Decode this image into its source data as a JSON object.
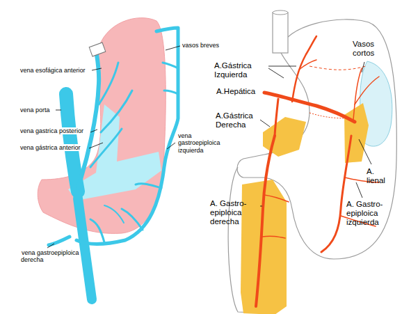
{
  "diagram": {
    "labels": [
      "vasos breves",
      "vena esofágica anterior",
      "vena porta",
      "vena gastrica posterior",
      "vena gástrica anterior",
      "vena gastroepiploica izquierda",
      "vena gastroepiploica derecha",
      "Vasos cortos",
      "A.Gástrica Izquierda",
      "A.Hepática",
      "A.Gástrica Derecha",
      "A. lienal",
      "A. Gastro- epiploica derecha",
      "A. Gastro- epiploica izquierda"
    ]
  }
}
